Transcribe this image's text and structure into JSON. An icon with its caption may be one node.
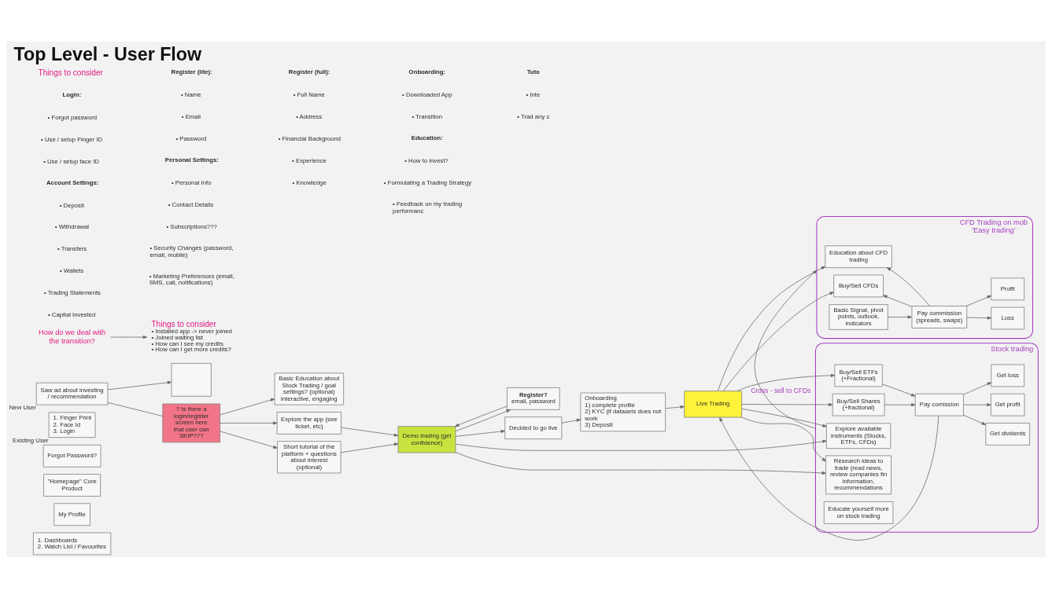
{
  "diagram": {
    "title": "Top Level - User Flow",
    "nodes": [
      {
        "text": [
          "Saw ad about investing / recommendation"
        ],
        "beside": [
          "New User"
        ]
      },
      {
        "text": [],
        "shape": "box"
      },
      {
        "text": [
          "How do we deal with the transition?"
        ]
      },
      {
        "text": [
          "Things to consider",
          "• Installed app -> never joined",
          "• Joined waiting list",
          "• How can I see my credits",
          "• How can I get more credits?"
        ]
      },
      {
        "text": [
          "? Is there a login/register screen here that user can SKIP???"
        ]
      },
      {
        "text": [
          "Basic Education about Stock Trading / goal settings? (optional) interactive, engaging"
        ]
      },
      {
        "text": [
          "Register?",
          "email, password"
        ]
      },
      {
        "text": [
          "Demo trading (get confidence)"
        ]
      },
      {
        "text": [
          "Explore the app (see ticket, etc)"
        ]
      },
      {
        "text": [
          "Short tutorial of the platform + questions about interest (optional)"
        ]
      },
      {
        "text": [
          "Decided to go live"
        ]
      },
      {
        "text": [
          "Onboarding",
          "1) complete profile",
          "2) KYC (if datasets does not work",
          "3) Deposit"
        ]
      },
      {
        "text": [
          "Live Trading"
        ]
      },
      {
        "text": [
          "Stock trading"
        ]
      },
      {
        "text": [
          "Explore available instruments (Stocks, ETFs, CFDs)"
        ],
        "in": 13
      },
      {
        "text": [
          "Research ideas to trade (read news, review companies fin information, recommendations"
        ],
        "in": 13
      },
      {
        "text": [
          "Buy/Sell Shares (+fractional)"
        ],
        "in": 13
      },
      {
        "text": [
          "Buy/Sell ETFs (+Fractional)"
        ],
        "in": 13
      },
      {
        "text": [
          "Educate yourself more on stock trading"
        ],
        "in": 13
      },
      {
        "text": [
          "Pay comission"
        ],
        "in": 13
      },
      {
        "text": [
          "Get dividents"
        ],
        "in": 13
      },
      {
        "text": [
          "Get profit"
        ],
        "in": 13
      },
      {
        "text": [
          "Get loss"
        ],
        "in": 13
      },
      {
        "text": [
          "CFD Trading on mob 'Easy trading'"
        ]
      },
      {
        "text": [
          "Education about CFD trading"
        ],
        "in": 23
      },
      {
        "text": [
          "Buy/Sell CFDs"
        ],
        "in": 23
      },
      {
        "text": [
          "Basic Signal, pivot points, outlook, indicators"
        ],
        "in": 23
      },
      {
        "text": [
          "Pay commission (spreads, swaps)"
        ],
        "in": 23
      },
      {
        "text": [
          "Profit"
        ],
        "in": 23
      },
      {
        "text": [
          "Loss"
        ],
        "in": 23
      },
      {
        "text": [
          "1. Finger Print",
          "2. Face Id",
          "3. Login"
        ],
        "beside": [
          "Existing User"
        ]
      },
      {
        "text": [
          "Forgot Password?"
        ]
      },
      {
        "text": [
          "\"Homepage\" Core Product"
        ]
      },
      {
        "text": [
          "My Profile"
        ]
      },
      {
        "text": [
          "1. Dashboards",
          "2. Watch List / Favourites"
        ]
      }
    ],
    "edges": [
      {
        "from": 0,
        "to": 1,
        "arrow": "to"
      },
      {
        "from": 0,
        "to": 4,
        "arrow": "none"
      },
      {
        "from": 2,
        "to": 3,
        "arrow": "to"
      },
      {
        "from": 4,
        "to": 5,
        "arrow": "to"
      },
      {
        "from": 4,
        "to": 8,
        "arrow": "to"
      },
      {
        "from": 4,
        "to": 9,
        "arrow": "to"
      },
      {
        "from": 8,
        "to": 7,
        "arrow": "to"
      },
      {
        "from": 9,
        "to": 7,
        "arrow": "to"
      },
      {
        "from": 7,
        "to": 6,
        "arrow": "to"
      },
      {
        "from": 6,
        "to": 7,
        "arrow": "to"
      },
      {
        "from": 7,
        "to": 10,
        "arrow": "to"
      },
      {
        "from": 10,
        "to": 11,
        "arrow": "to"
      },
      {
        "from": 11,
        "to": 12,
        "arrow": "to"
      },
      {
        "from": 7,
        "to": 14,
        "arrow": "to"
      },
      {
        "from": 7,
        "to": 15,
        "arrow": "to"
      },
      {
        "from": 12,
        "to": 14,
        "arrow": "to"
      },
      {
        "from": 12,
        "to": 15,
        "arrow": "to"
      },
      {
        "from": 12,
        "to": 16,
        "arrow": "to"
      },
      {
        "from": 12,
        "to": 17,
        "arrow": "to"
      },
      {
        "from": 12,
        "to": 24,
        "arrow": "to"
      },
      {
        "from": 12,
        "to": 25,
        "arrow": "to"
      },
      {
        "from": 16,
        "to": 19,
        "arrow": "to"
      },
      {
        "from": 17,
        "to": 19,
        "arrow": "to"
      },
      {
        "from": 19,
        "to": 12,
        "arrow": "to"
      },
      {
        "from": 19,
        "to": 20,
        "arrow": "to"
      },
      {
        "from": 19,
        "to": 21,
        "arrow": "to"
      },
      {
        "from": 19,
        "to": 22,
        "arrow": "to"
      },
      {
        "from": 13,
        "to": 23,
        "arrow": "to",
        "label": "Cross - sell to CFDs"
      },
      {
        "from": 26,
        "to": 27,
        "arrow": "to"
      },
      {
        "from": 27,
        "to": 24,
        "arrow": "to"
      },
      {
        "from": 27,
        "to": 25,
        "arrow": "to"
      },
      {
        "from": 27,
        "to": 28,
        "arrow": "to"
      },
      {
        "from": 27,
        "to": 29,
        "arrow": "to"
      }
    ],
    "labels": [
      "Things to consider",
      "Login:",
      "• Forgot password",
      "• Use / setup Finger ID",
      "• Use / setup face ID",
      "Register (lite):",
      "• Name",
      "• Email",
      "• Password",
      "Register (full):",
      "• Full Name",
      "• Address",
      "• Financial Background",
      "• Experience",
      "• Knowledge",
      "Onboarding:",
      "• Downloaded App",
      "• Transition",
      "Tuto",
      "• Inte",
      "• Trad any c",
      "Account Settings:",
      "• Deposit",
      "• Withdrawal",
      "• Transfers",
      "• Wallets",
      "• Trading Statements",
      "• Capital Invested",
      "Personal Settings:",
      "• Personal Info",
      "• Contact Details",
      "• Subscriptions???",
      "• Security Changes (password, email, mobile)",
      "• Marketing Preferences (email, SMS, call, notifications)",
      "Education:",
      "• How to invest?",
      "• Formulating a Trading Strategy",
      "• Feedback on my trading performanc"
    ]
  }
}
